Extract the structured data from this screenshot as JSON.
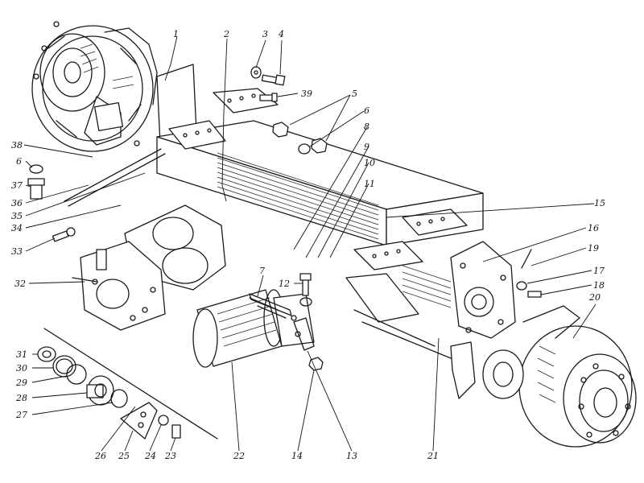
{
  "diagram": {
    "callouts": [
      {
        "id": "c1",
        "text": "1"
      },
      {
        "id": "c2",
        "text": "2"
      },
      {
        "id": "c3",
        "text": "3"
      },
      {
        "id": "c4",
        "text": "4"
      },
      {
        "id": "c39",
        "text": "39"
      },
      {
        "id": "c5",
        "text": "5"
      },
      {
        "id": "c6r",
        "text": "6"
      },
      {
        "id": "c8",
        "text": "8"
      },
      {
        "id": "c9",
        "text": "9"
      },
      {
        "id": "c10",
        "text": "10"
      },
      {
        "id": "c11",
        "text": "11"
      },
      {
        "id": "c15",
        "text": "15"
      },
      {
        "id": "c16",
        "text": "16"
      },
      {
        "id": "c19",
        "text": "19"
      },
      {
        "id": "c17",
        "text": "17"
      },
      {
        "id": "c18",
        "text": "18"
      },
      {
        "id": "c20",
        "text": "20"
      },
      {
        "id": "c38",
        "text": "38"
      },
      {
        "id": "c6l",
        "text": "6"
      },
      {
        "id": "c37",
        "text": "37"
      },
      {
        "id": "c36",
        "text": "36"
      },
      {
        "id": "c35",
        "text": "35"
      },
      {
        "id": "c34",
        "text": "34"
      },
      {
        "id": "c33",
        "text": "33"
      },
      {
        "id": "c32",
        "text": "32"
      },
      {
        "id": "c7",
        "text": "7"
      },
      {
        "id": "c12",
        "text": "12"
      },
      {
        "id": "c31",
        "text": "31"
      },
      {
        "id": "c30",
        "text": "30"
      },
      {
        "id": "c29",
        "text": "29"
      },
      {
        "id": "c28",
        "text": "28"
      },
      {
        "id": "c27",
        "text": "27"
      },
      {
        "id": "c26",
        "text": "26"
      },
      {
        "id": "c25",
        "text": "25"
      },
      {
        "id": "c24",
        "text": "24"
      },
      {
        "id": "c23",
        "text": "23"
      },
      {
        "id": "c22",
        "text": "22"
      },
      {
        "id": "c14",
        "text": "14"
      },
      {
        "id": "c13",
        "text": "13"
      },
      {
        "id": "c21",
        "text": "21"
      }
    ]
  }
}
